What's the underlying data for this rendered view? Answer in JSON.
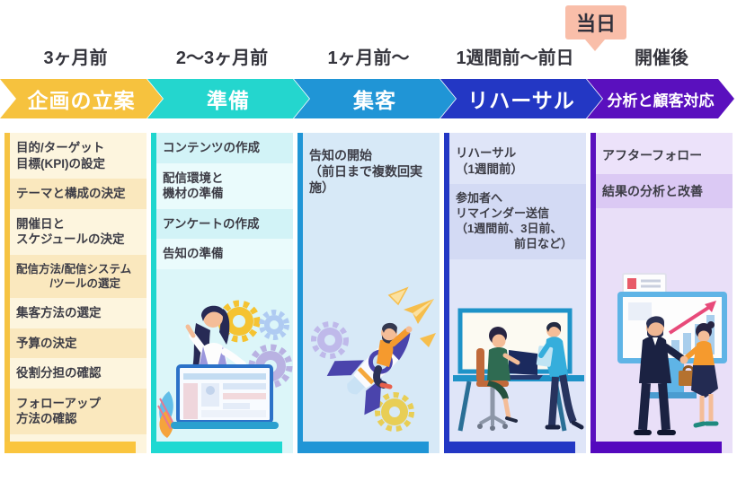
{
  "day_tag": {
    "label": "当日",
    "color": "#F9BEA9"
  },
  "phases": [
    {
      "id": "planning",
      "timing": "3ヶ月前",
      "banner": "企画の立案",
      "color": "#F6C23E",
      "items": [
        "目的/ターゲット\n目標(KPI)の設定",
        "テーマと構成の決定",
        "開催日と\nスケジュールの決定",
        "配信方法/配信システム\n　　　/ツールの選定",
        "集客方法の選定",
        "予算の決定",
        "役割分担の確認",
        "フォローアップ\n方法の確認"
      ]
    },
    {
      "id": "preparation",
      "timing": "2～3ヶ月前",
      "banner": "準備",
      "color": "#24D6CE",
      "items": [
        "コンテンツの作成",
        "配信環境と\n機材の準備",
        "アンケートの作成",
        "告知の準備"
      ],
      "illustration": "presenter-laptop-gears"
    },
    {
      "id": "attract",
      "timing": "1ヶ月前～",
      "banner": "集客",
      "color": "#2095D6",
      "items": [
        "告知の開始\n（前日まで複数回実施）"
      ],
      "illustration": "rocket-launch"
    },
    {
      "id": "rehearsal",
      "timing": "1週間前～前日",
      "banner": "リハーサル",
      "color": "#2337C4",
      "items": [
        "リハーサル\n（1週間前）",
        "参加者へ\nリマインダー送信\n（1週間前、3日前、\n　　　　　前日など）"
      ],
      "illustration": "rehearsal-meeting"
    },
    {
      "id": "after",
      "timing": "開催後",
      "banner": "分析と顧客対応",
      "color": "#5A10BE",
      "items": [
        "アフターフォロー",
        "結果の分析と改善"
      ],
      "illustration": "handshake-analysis"
    }
  ]
}
